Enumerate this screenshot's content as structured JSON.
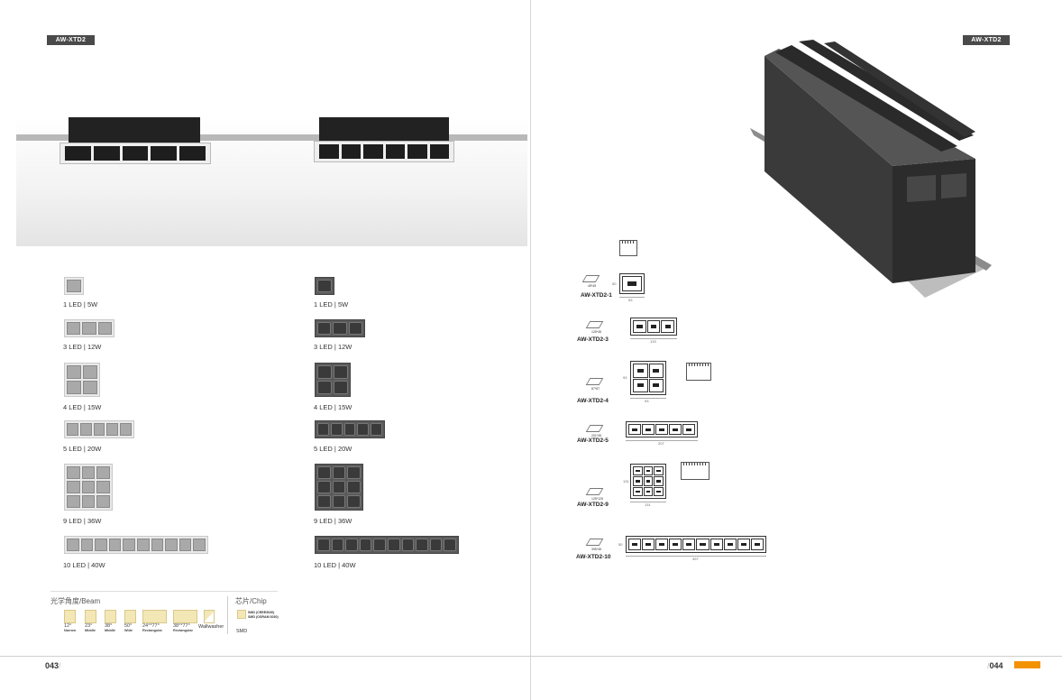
{
  "left_page": {
    "tag": "AW-XTD2",
    "products_white": [
      {
        "label": "1 LED | 5W",
        "leds": 1,
        "cols": 1
      },
      {
        "label": "3 LED | 12W",
        "leds": 3,
        "cols": 3
      },
      {
        "label": "4 LED | 15W",
        "leds": 4,
        "cols": 2
      },
      {
        "label": "5 LED | 20W",
        "leds": 5,
        "cols": 5
      },
      {
        "label": "9 LED | 36W",
        "leds": 9,
        "cols": 3
      },
      {
        "label": "10 LED | 40W",
        "leds": 10,
        "cols": 10
      }
    ],
    "products_black": [
      {
        "label": "1 LED | 5W",
        "leds": 1,
        "cols": 1
      },
      {
        "label": "3 LED | 12W",
        "leds": 3,
        "cols": 3
      },
      {
        "label": "4 LED | 15W",
        "leds": 4,
        "cols": 2
      },
      {
        "label": "5 LED | 20W",
        "leds": 5,
        "cols": 5
      },
      {
        "label": "9 LED | 36W",
        "leds": 9,
        "cols": 3
      },
      {
        "label": "10 LED | 40W",
        "leds": 10,
        "cols": 10
      }
    ],
    "beam_title": "光学角度/Beam",
    "beams": [
      {
        "deg": "12°",
        "name": "Narrow",
        "wide": false
      },
      {
        "deg": "23°",
        "name": "Middle",
        "wide": false
      },
      {
        "deg": "38°",
        "name": "Middle",
        "wide": false
      },
      {
        "deg": "50°",
        "name": "Wide",
        "wide": false
      },
      {
        "deg": "24°*77°",
        "name": "Rectangular",
        "wide": true
      },
      {
        "deg": "38°*77°",
        "name": "Rectangular",
        "wide": true
      }
    ],
    "wallwasher": "Wallwasher",
    "chip_title": "芯片/Chip",
    "chip_desc_1": "SMD (CREE3030)",
    "chip_desc_2": "SMD (OSRAM 3030)",
    "chip_name": "SMD",
    "page_number": "043"
  },
  "right_page": {
    "tag": "AW-XTD2",
    "page_number": "044",
    "accent_color": "#f39200",
    "drawings": [
      {
        "model": "AW-XTD2-1",
        "cutout": "45*45",
        "width": "53",
        "height": "50",
        "leds": 1,
        "cols": 1,
        "rows": 1
      },
      {
        "model": "AW-XTD2-3",
        "cutout": "125*45",
        "width": "133",
        "leds": 3,
        "cols": 3,
        "rows": 1
      },
      {
        "model": "AW-XTD2-4",
        "cutout": "87*87",
        "width": "93",
        "height": "93",
        "leds": 4,
        "cols": 2,
        "rows": 2
      },
      {
        "model": "AW-XTD2-5",
        "cutout": "201*45",
        "width": "207",
        "leds": 5,
        "cols": 5,
        "rows": 1
      },
      {
        "model": "AW-XTD2-9",
        "cutout": "125*125",
        "width": "131",
        "height": "131",
        "leds": 9,
        "cols": 3,
        "rows": 3
      },
      {
        "model": "AW-XTD2-10",
        "cutout": "395*45",
        "width": "397",
        "height": "50",
        "leds": 10,
        "cols": 10,
        "rows": 1
      }
    ]
  }
}
